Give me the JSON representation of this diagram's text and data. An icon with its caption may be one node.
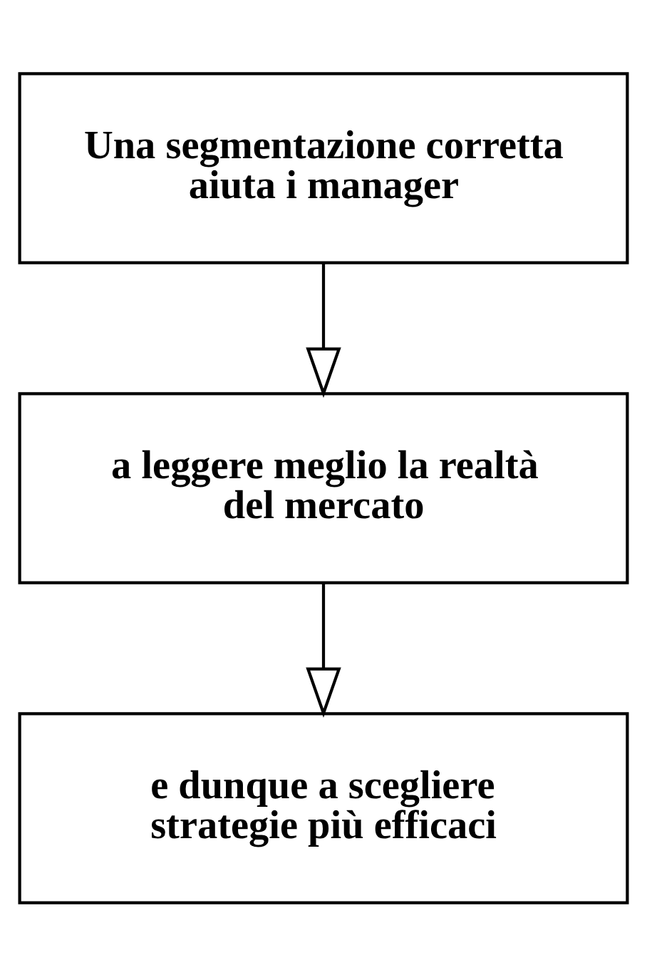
{
  "diagram": {
    "nodes": [
      {
        "text": [
          "Una segmentazione corretta aiuta i manager"
        ]
      },
      {
        "text": [
          "a leggere meglio la realtà del mercato"
        ]
      },
      {
        "text": [
          "e dunque a scegliere strategie più efficaci"
        ]
      }
    ],
    "edges": [
      {
        "from": 0,
        "to": 1,
        "arrow": "to"
      },
      {
        "from": 1,
        "to": 2,
        "arrow": "to"
      }
    ]
  }
}
